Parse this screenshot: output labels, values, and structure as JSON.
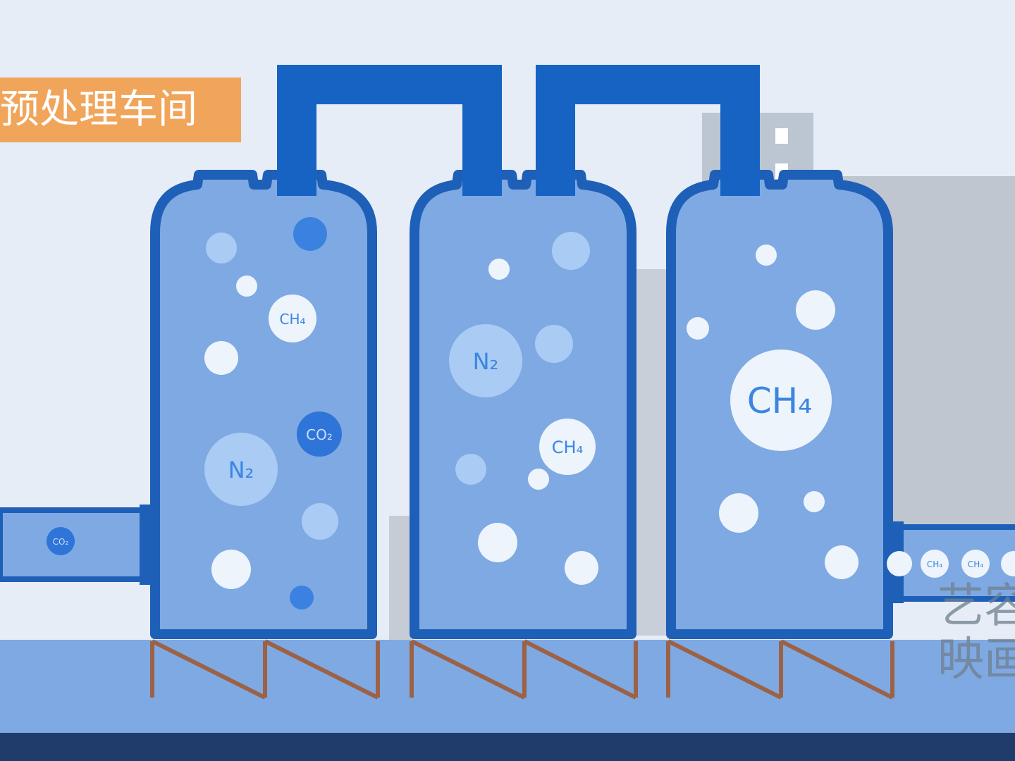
{
  "section_label": "预处理车间",
  "watermark": {
    "line1": "艺容",
    "line2": "映画"
  },
  "molecules": {
    "ch4": "CH₄",
    "n2": "N₂",
    "co2": "CO₂",
    "ch4_small": "CH₄"
  },
  "colors": {
    "background": "#e6edf6",
    "tank_fill": "#7fa9e3",
    "tank_outline": "#1e5fb8",
    "pipe": "#1763c4",
    "ground": "#7fa9e3",
    "base_dark": "#1f3c6a",
    "label_bg": "#f0a55a",
    "support_legs": "#9b6245",
    "building_gray": "#bcc5d2"
  }
}
